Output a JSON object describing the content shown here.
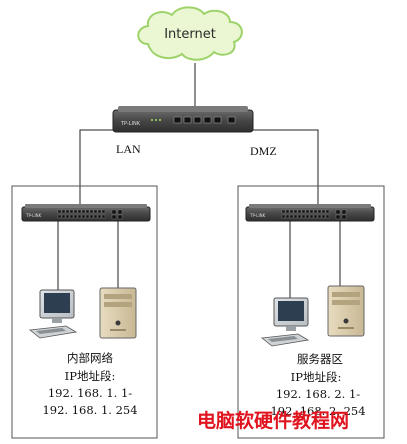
{
  "internet": {
    "label": "Internet"
  },
  "router": {
    "brand": "TP-LINK",
    "lan_label": "LAN",
    "dmz_label": "DMZ"
  },
  "lan_zone": {
    "switch_brand": "TP-LINK",
    "title": "内部网络",
    "ip_heading": "IP地址段:",
    "ip_start": "192. 168. 1. 1-",
    "ip_end": "192. 168. 1. 254"
  },
  "dmz_zone": {
    "switch_brand": "TP-LINK",
    "title": "服务器区",
    "ip_heading": "IP地址段:",
    "ip_start": "192. 168. 2. 1-",
    "ip_end": "192. 168. 2. 254"
  },
  "watermark": {
    "text": "电脑软硬件教程网"
  },
  "colors": {
    "cloud_fill": "#eaf7d2",
    "cloud_stroke": "#9ed26a",
    "device_body": "#4a4a4a",
    "zone_border": "#555555",
    "watermark": "#e0141e"
  }
}
